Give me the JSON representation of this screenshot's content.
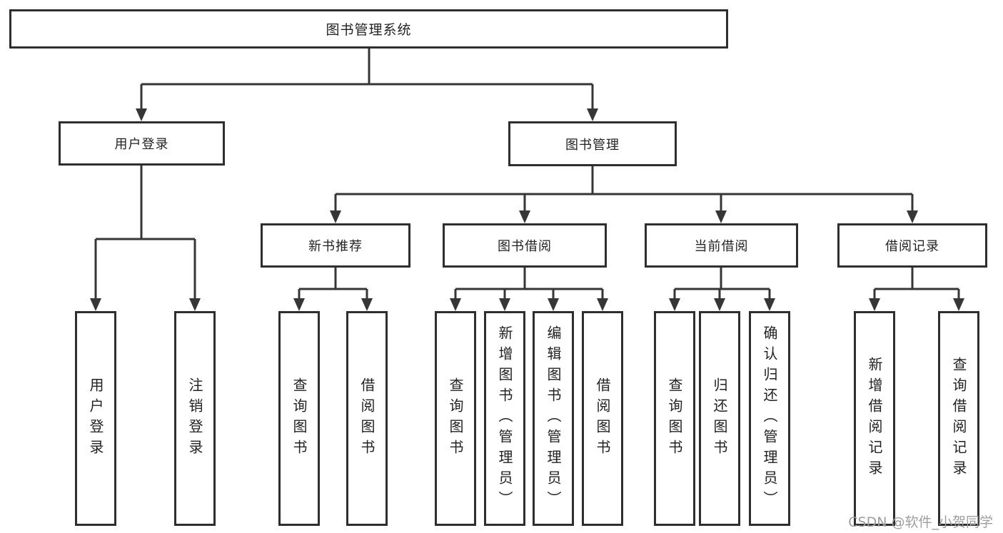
{
  "diagram": {
    "type": "hierarchy",
    "root": {
      "label": "图书管理系统"
    },
    "level2": [
      {
        "label": "用户登录",
        "parent": "图书管理系统"
      },
      {
        "label": "图书管理",
        "parent": "图书管理系统"
      }
    ],
    "level3": [
      {
        "label": "新书推荐",
        "parent": "图书管理"
      },
      {
        "label": "图书借阅",
        "parent": "图书管理"
      },
      {
        "label": "当前借阅",
        "parent": "图书管理"
      },
      {
        "label": "借阅记录",
        "parent": "图书管理"
      }
    ],
    "leaves": [
      {
        "label": "用户登录",
        "parent": "用户登录"
      },
      {
        "label": "注销登录",
        "parent": "用户登录"
      },
      {
        "label": "查询图书",
        "parent": "新书推荐"
      },
      {
        "label": "借阅图书",
        "parent": "新书推荐"
      },
      {
        "label": "查询图书",
        "parent": "图书借阅"
      },
      {
        "label": "新增图书（管理员）",
        "parent": "图书借阅"
      },
      {
        "label": "编辑图书（管理员）",
        "parent": "图书借阅"
      },
      {
        "label": "借阅图书",
        "parent": "图书借阅"
      },
      {
        "label": "查询图书",
        "parent": "当前借阅"
      },
      {
        "label": "归还图书",
        "parent": "当前借阅"
      },
      {
        "label": "确认归还（管理员）",
        "parent": "当前借阅"
      },
      {
        "label": "新增借阅记录",
        "parent": "借阅记录"
      },
      {
        "label": "查询借阅记录",
        "parent": "借阅记录"
      }
    ]
  },
  "watermark": {
    "text": "CSDN @软件_小贺同学"
  },
  "colors": {
    "line": "#363636",
    "box_border": "#2e2e2e",
    "text": "#222222",
    "watermark": "#9e9e9e",
    "background": "#ffffff"
  }
}
